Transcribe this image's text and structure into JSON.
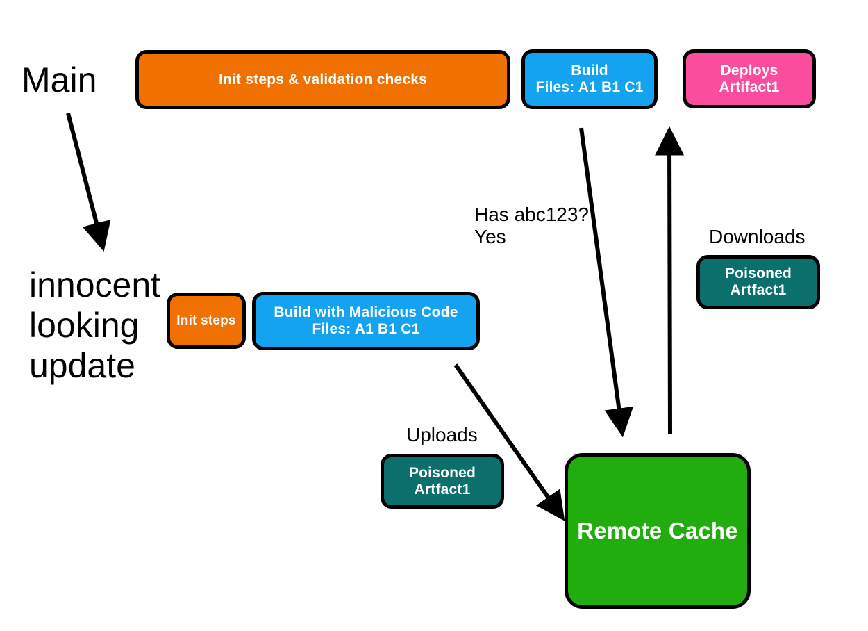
{
  "diagram": {
    "title_labels": {
      "main_branch": "Main",
      "feature_branch": "innocent\nlooking\nupdate"
    },
    "colors": {
      "orange": "#F07000",
      "blue": "#14A3F0",
      "pink": "#FB4D9D",
      "teal": "#0B706B",
      "green": "#20AD0D",
      "outline": "#000000",
      "text_on_node": "#FFFFFF",
      "text_plain": "#000000"
    },
    "nodes": {
      "main_init": {
        "label": "Init steps & validation checks"
      },
      "main_build": {
        "label": "Build\nFiles: A1  B1  C1"
      },
      "main_deploys": {
        "label": "Deploys\nArtifact1"
      },
      "branch_init": {
        "label": "Init steps"
      },
      "branch_build": {
        "label": "Build with Malicious Code\nFiles: A1  B1  C1"
      },
      "artifact_download": {
        "label": "Poisoned\nArtfact1"
      },
      "artifact_upload": {
        "label": "Poisoned\nArtfact1"
      },
      "remote_cache": {
        "label": "Remote Cache"
      }
    },
    "edge_labels": {
      "cache_query": "Has abc123?\nYes",
      "downloads": "Downloads",
      "uploads": "Uploads"
    }
  }
}
